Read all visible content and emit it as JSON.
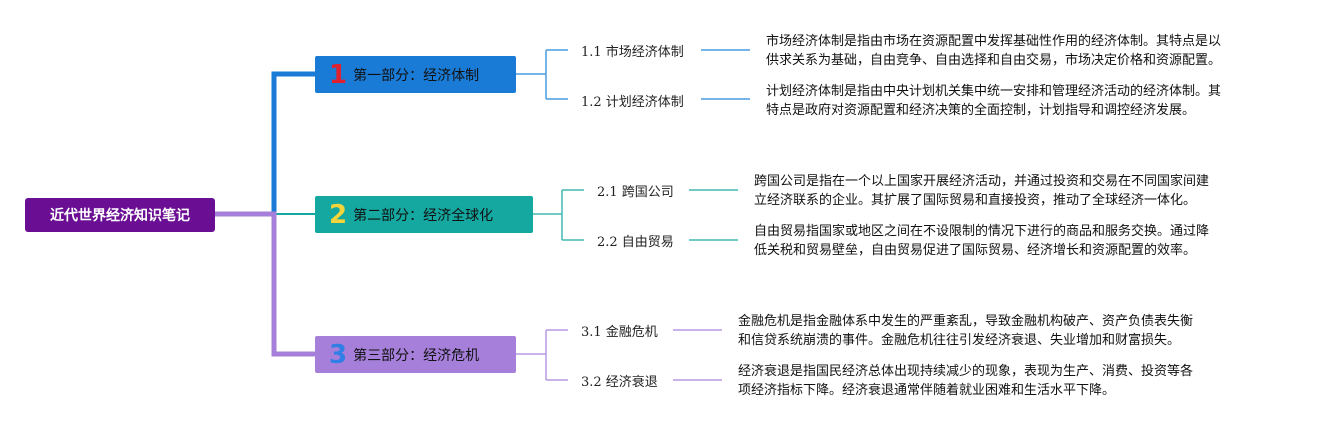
{
  "root": {
    "label": "近代世界经济知识笔记"
  },
  "colors": {
    "root": "#6a0f93",
    "branch1": "#1a7bd6",
    "branch2": "#14a8a0",
    "branch3": "#a57fd9",
    "num1": "#e0202f",
    "num2": "#f3d43a",
    "num3": "#2f7fe6"
  },
  "branches": [
    {
      "number": "1",
      "label": "第一部分：经济体制",
      "children": [
        {
          "label": "1.1 市场经济体制",
          "desc": [
            "市场经济体制是指由市场在资源配置中发挥基础性作用的经济体制。其特点是以",
            "供求关系为基础，自由竞争、自由选择和自由交易，市场决定价格和资源配置。"
          ]
        },
        {
          "label": "1.2 计划经济体制",
          "desc": [
            "计划经济体制是指由中央计划机关集中统一安排和管理经济活动的经济体制。其",
            "特点是政府对资源配置和经济决策的全面控制，计划指导和调控经济发展。"
          ]
        }
      ]
    },
    {
      "number": "2",
      "label": "第二部分：经济全球化",
      "children": [
        {
          "label": "2.1 跨国公司",
          "desc": [
            "跨国公司是指在一个以上国家开展经济活动，并通过投资和交易在不同国家间建",
            "立经济联系的企业。其扩展了国际贸易和直接投资，推动了全球经济一体化。"
          ]
        },
        {
          "label": "2.2 自由贸易",
          "desc": [
            "自由贸易指国家或地区之间在不设限制的情况下进行的商品和服务交换。通过降",
            "低关税和贸易壁垒，自由贸易促进了国际贸易、经济增长和资源配置的效率。"
          ]
        }
      ]
    },
    {
      "number": "3",
      "label": "第三部分：经济危机",
      "children": [
        {
          "label": "3.1 金融危机",
          "desc": [
            "金融危机是指金融体系中发生的严重紊乱，导致金融机构破产、资产负债表失衡",
            "和信贷系统崩溃的事件。金融危机往往引发经济衰退、失业增加和财富损失。"
          ]
        },
        {
          "label": "3.2 经济衰退",
          "desc": [
            "经济衰退是指国民经济总体出现持续减少的现象，表现为生产、消费、投资等各",
            "项经济指标下降。经济衰退通常伴随着就业困难和生活水平下降。"
          ]
        }
      ]
    }
  ]
}
